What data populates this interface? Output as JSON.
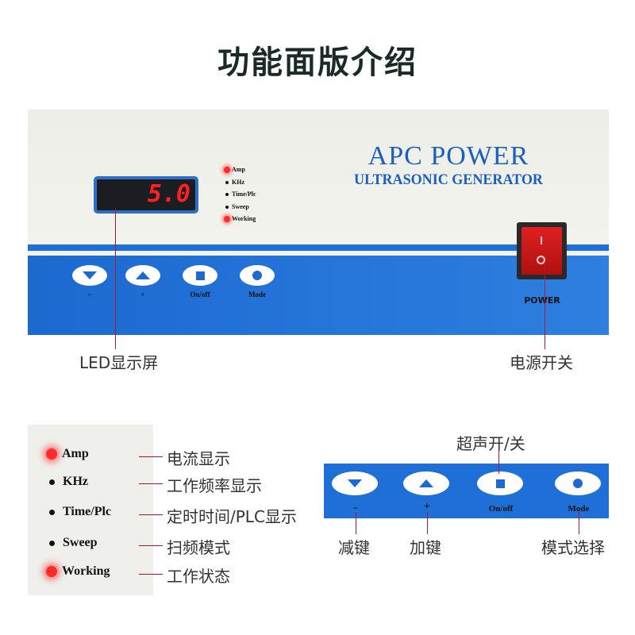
{
  "title": "功能面版介绍",
  "panel": {
    "display_value": "5.0",
    "indicators": [
      {
        "label": "Amp",
        "lit": true
      },
      {
        "label": "KHz",
        "lit": false
      },
      {
        "label": "Time/Plc",
        "lit": false
      },
      {
        "label": "Sweep",
        "lit": false
      },
      {
        "label": "Working",
        "lit": true
      }
    ],
    "brand": "APC POWER",
    "subtitle": "ULTRASONIC GENERATOR",
    "power_label": "POWER",
    "buttons": [
      {
        "icon": "triangle-down-icon",
        "label": "−"
      },
      {
        "icon": "triangle-up-icon",
        "label": "+"
      },
      {
        "icon": "square-icon",
        "label": "On/off"
      },
      {
        "icon": "circle-icon",
        "label": "Mode"
      }
    ]
  },
  "callouts": {
    "display": "LED显示屏",
    "power": "电源开关"
  },
  "legend": [
    {
      "label": "Amp",
      "desc": "电流显示"
    },
    {
      "label": "KHz",
      "desc": "工作频率显示"
    },
    {
      "label": "Time/Plc",
      "desc": "定时时间/PLC显示"
    },
    {
      "label": "Sweep",
      "desc": "扫频模式"
    },
    {
      "label": "Working",
      "desc": "工作状态"
    }
  ],
  "button_callouts": {
    "minus": "减键",
    "plus": "加键",
    "onoff": "超声开/关",
    "mode": "模式选择"
  },
  "colors": {
    "panel_blue": "#1f6fd8",
    "led_red": "#ff2020",
    "callout_line": "#b01828"
  }
}
